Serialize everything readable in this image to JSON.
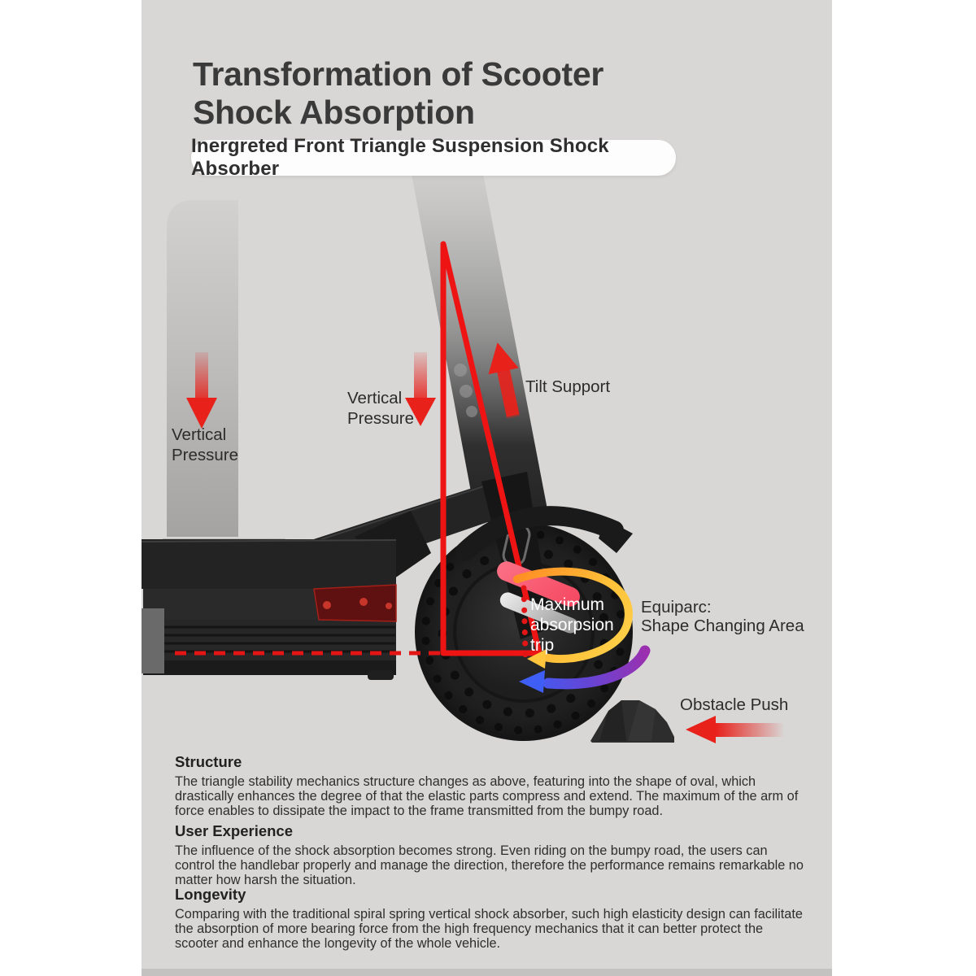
{
  "page": {
    "title_line1": "Transformation of Scooter",
    "title_line2": "Shock Absorption",
    "badge": "Inergreted Front Triangle Suspension Shock Absorber"
  },
  "diagram": {
    "labels": {
      "vertical_pressure": {
        "line1": "Vertical",
        "line2": "Pressure"
      },
      "tilt_support": "Tilt Support",
      "max_absorption": {
        "line1": "Maximum",
        "line2": "absorpsion",
        "line3": "trip"
      },
      "equiparc": {
        "line1": "Equiparc:",
        "line2": "Shape Changing Area"
      },
      "obstacle_push": "Obstacle Push"
    },
    "annotations": [
      "red force triangle over front fork",
      "dashed red baseline along deck",
      "dotted red suspension travel line",
      "yellow shape-changing sweep arrow",
      "purple-blue rebound arrow"
    ]
  },
  "sections": [
    {
      "heading": "Structure",
      "body": "The triangle stability mechanics structure changes as above, featuring into the shape of oval, which drastically enhances the degree of that the elastic parts compress and extend. The maximum of the arm of force enables to dissipate the impact to the frame transmitted from the bumpy road."
    },
    {
      "heading": "User Experience",
      "body": "The influence of the shock absorption becomes strong. Even riding on the bumpy road, the users can control the handlebar properly and manage the direction, therefore the performance remains remarkable no matter how harsh the situation."
    },
    {
      "heading": "Longevity",
      "body": "Comparing with the traditional spiral spring vertical shock absorber, such high elasticity design can facilitate the absorption of more bearing force from the high frequency mechanics that it can better protect the scooter and enhance the longevity of the whole vehicle."
    }
  ],
  "colors": {
    "panel_gray": "#d8d7d6",
    "accent_red": "#e81c16",
    "pink_bar": "#f8586f",
    "arrow_orange": "#ff8d24",
    "arrow_yellow": "#ffd04a",
    "arrow_purple": "#9c2fae",
    "arrow_blue": "#3f5ef5",
    "text_dark": "#2e2e2e"
  }
}
